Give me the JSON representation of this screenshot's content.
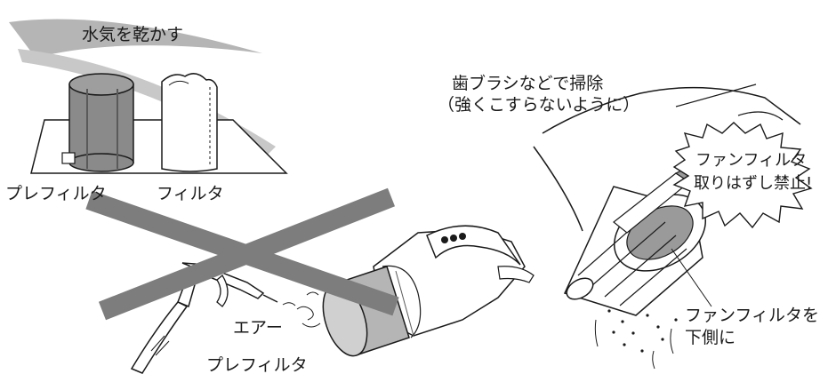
{
  "labels": {
    "dry": "水気を乾かす",
    "prefilter_left": "プレフィルタ",
    "filter": "フィルタ",
    "brush_line1": "歯ブラシなどで掃除",
    "brush_line2": "（強くこすらないように）",
    "warning_line1": "ファンフィルタ",
    "warning_line2": "取りはずし禁止!",
    "air": "エアー",
    "prefilter_bottom": "プレフィルタ",
    "fan_down_line1": "ファンフィルタを",
    "fan_down_line2": "下側に"
  },
  "colors": {
    "line": "#1a1a1a",
    "gray_dark": "#8a8a8a",
    "gray_mid": "#b5b5b5",
    "gray_light": "#d9d9d9",
    "cross": "#7d7d7d"
  }
}
